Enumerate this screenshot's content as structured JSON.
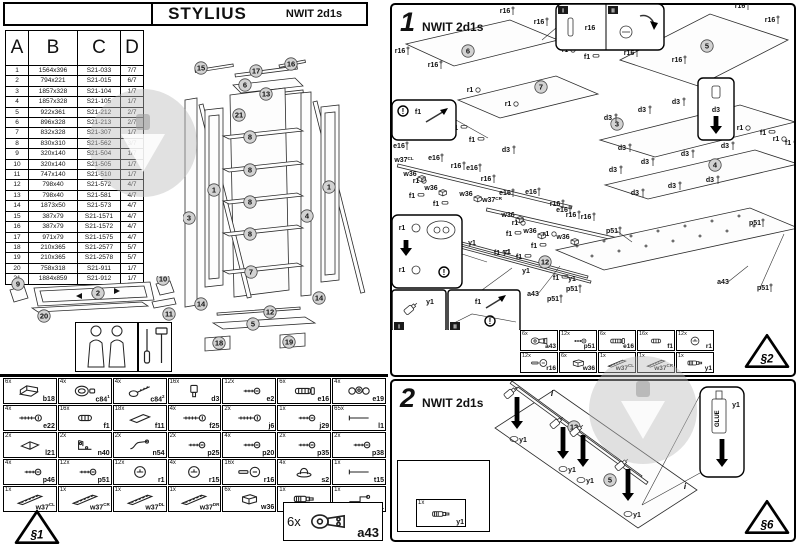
{
  "header": {
    "title": "STYLIUS",
    "model": "NWIT 2d1s"
  },
  "parts_table": {
    "columns": [
      "A",
      "B",
      "C",
      "D"
    ],
    "rows": [
      [
        "1",
        "1564x396",
        "S21-033",
        "7/7"
      ],
      [
        "2",
        "794x221",
        "S21-015",
        "6/7"
      ],
      [
        "3",
        "1857x328",
        "S21-104",
        "1/7"
      ],
      [
        "4",
        "1857x328",
        "S21-105",
        "1/7"
      ],
      [
        "5",
        "922x361",
        "S21-212",
        "2/7"
      ],
      [
        "6",
        "896x328",
        "S21-213",
        "2/7"
      ],
      [
        "7",
        "832x328",
        "S21-307",
        "1/7"
      ],
      [
        "8",
        "830x310",
        "S21-562",
        "3/7"
      ],
      [
        "9",
        "320x140",
        "S21-504",
        "1/7"
      ],
      [
        "10",
        "320x140",
        "S21-505",
        "1/7"
      ],
      [
        "11",
        "747x140",
        "S21-510",
        "1/7"
      ],
      [
        "12",
        "798x40",
        "S21-572",
        "4/7"
      ],
      [
        "13",
        "798x40",
        "S21-581",
        "4/7"
      ],
      [
        "14",
        "1873x50",
        "S21-573",
        "4/7"
      ],
      [
        "15",
        "387x79",
        "S21-1571",
        "4/7"
      ],
      [
        "16",
        "387x79",
        "S21-1572",
        "4/7"
      ],
      [
        "17",
        "971x79",
        "S21-1575",
        "4/7"
      ],
      [
        "18",
        "210x365",
        "S21-2577",
        "5/7"
      ],
      [
        "19",
        "210x365",
        "S21-2578",
        "5/7"
      ],
      [
        "20",
        "758x318",
        "S21-911",
        "1/7"
      ],
      [
        "21",
        "1884x859",
        "S21-912",
        "1/7"
      ]
    ]
  },
  "hardware_grid": {
    "rows": [
      [
        {
          "q": "6x",
          "code": "b18",
          "icon": "corner"
        },
        {
          "q": "4x",
          "code": "c84^1",
          "icon": "cap"
        },
        {
          "q": "4x",
          "code": "c84^2",
          "icon": "capscrew"
        },
        {
          "q": "16x",
          "code": "d3",
          "icon": "dowelpin"
        },
        {
          "q": "12x",
          "code": "e2",
          "icon": "screwS"
        },
        {
          "q": "6x",
          "code": "e16",
          "icon": "euro"
        },
        {
          "q": "4x",
          "code": "e19",
          "icon": "coils"
        }
      ],
      [
        {
          "q": "4x",
          "code": "e22",
          "icon": "screw"
        },
        {
          "q": "16x",
          "code": "f1",
          "icon": "dowel"
        },
        {
          "q": "18x",
          "code": "f11",
          "icon": "wedge"
        },
        {
          "q": "4x",
          "code": "f25",
          "icon": "screw"
        },
        {
          "q": "2x",
          "code": "j6",
          "icon": "screw"
        },
        {
          "q": "1x",
          "code": "j29",
          "icon": "screwS"
        },
        {
          "q": "65x",
          "code": "l1",
          "icon": "nail"
        }
      ],
      [
        {
          "q": "2x",
          "code": "l21",
          "icon": "pad"
        },
        {
          "q": "2x",
          "code": "n40",
          "icon": "angle"
        },
        {
          "q": "2x",
          "code": "n54",
          "icon": "zbracket"
        },
        {
          "q": "2x",
          "code": "p25",
          "icon": "screwS"
        },
        {
          "q": "4x",
          "code": "p20",
          "icon": "screwS"
        },
        {
          "q": "2x",
          "code": "p35",
          "icon": "screwS"
        },
        {
          "q": "2x",
          "code": "p38",
          "icon": "screwS"
        }
      ],
      [
        {
          "q": "4x",
          "code": "p46",
          "icon": "screwS"
        },
        {
          "q": "12x",
          "code": "p51",
          "icon": "screwS"
        },
        {
          "q": "12x",
          "code": "r1",
          "icon": "cam"
        },
        {
          "q": "4x",
          "code": "r15",
          "icon": "cam"
        },
        {
          "q": "16x",
          "code": "r16",
          "icon": "cambolt"
        },
        {
          "q": "4x",
          "code": "s2",
          "icon": "knob"
        },
        {
          "q": "1x",
          "code": "t15",
          "icon": "nail"
        }
      ],
      [
        {
          "q": "1x",
          "code": "w37^CL",
          "icon": "rail"
        },
        {
          "q": "1x",
          "code": "w37^CR",
          "icon": "rail"
        },
        {
          "q": "1x",
          "code": "w37^DL",
          "icon": "rail"
        },
        {
          "q": "1x",
          "code": "w37^DR",
          "icon": "rail"
        },
        {
          "q": "6x",
          "code": "w36",
          "icon": "block"
        },
        {
          "q": "1x",
          "code": "y1",
          "icon": "bottle"
        },
        {
          "q": "1x",
          "code": "z1",
          "icon": "key"
        }
      ]
    ]
  },
  "hinge_box": {
    "qty": "6x",
    "code": "a43"
  },
  "triangle_signs": {
    "left": "§1",
    "step1": "§2",
    "step2": "§6"
  },
  "step1": {
    "number": "1",
    "model": "NWIT 2d1s",
    "strip": [
      [
        {
          "q": "6x",
          "code": "a43",
          "icon": "hinge"
        },
        {
          "q": "12x",
          "code": "p51",
          "icon": "screwS"
        },
        {
          "q": "6x",
          "code": "e16",
          "icon": "euro"
        },
        {
          "q": "16x",
          "code": "f1",
          "icon": "dowel"
        },
        {
          "q": "12x",
          "code": "r1",
          "icon": "cam"
        }
      ],
      [
        {
          "q": "12x",
          "code": "r16",
          "icon": "cambolt"
        },
        {
          "q": "6x",
          "code": "w36",
          "icon": "block"
        },
        {
          "q": "1x",
          "code": "w37^CL",
          "icon": "rail"
        },
        {
          "q": "1x",
          "code": "w37^CR",
          "icon": "rail"
        },
        {
          "q": "1x",
          "code": "y1",
          "icon": "bottle"
        }
      ]
    ]
  },
  "step2": {
    "number": "2",
    "model": "NWIT 2d1s",
    "inset": {
      "qty": "1x",
      "code": "y1"
    },
    "glue_label": "GLUE"
  },
  "tokens": {
    "1": "1",
    "2": "2",
    "3": "3",
    "4": "4",
    "5": "5",
    "6": "6",
    "7": "7",
    "8": "8",
    "9": "9",
    "10": "10",
    "11": "11",
    "12": "12",
    "13": "13",
    "14": "14",
    "15": "15",
    "16": "16",
    "17": "17",
    "18": "18",
    "19": "19",
    "20": "20",
    "21": "21",
    "f1": "f1",
    "r1": "r1",
    "r16": "r16",
    "e16": "e16",
    "d3": "d3",
    "w36": "w36",
    "w37cl": "w37^CL",
    "w37cr": "w37^CR",
    "y1": "y1",
    "p51": "p51",
    "a43": "a43",
    "i": "i",
    "ii": "ii",
    "excl": "!"
  }
}
